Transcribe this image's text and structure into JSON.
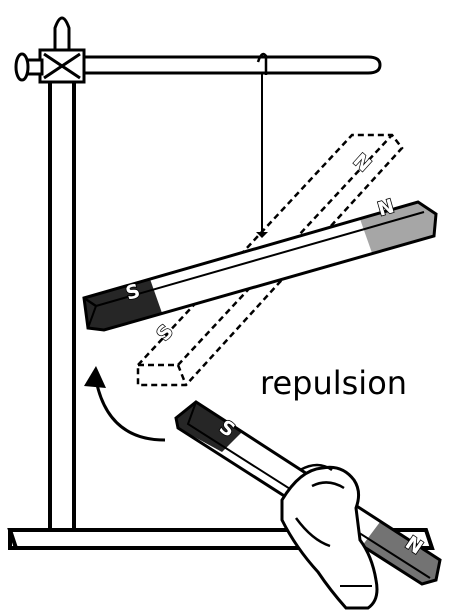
{
  "caption": "repulsion",
  "poles": {
    "suspended_south": "S",
    "suspended_north": "N",
    "deflected_north": "N",
    "deflected_south": "S",
    "handheld_south": "S",
    "handheld_north": "N"
  },
  "colors": {
    "ink": "#000000",
    "paper": "#ffffff"
  }
}
